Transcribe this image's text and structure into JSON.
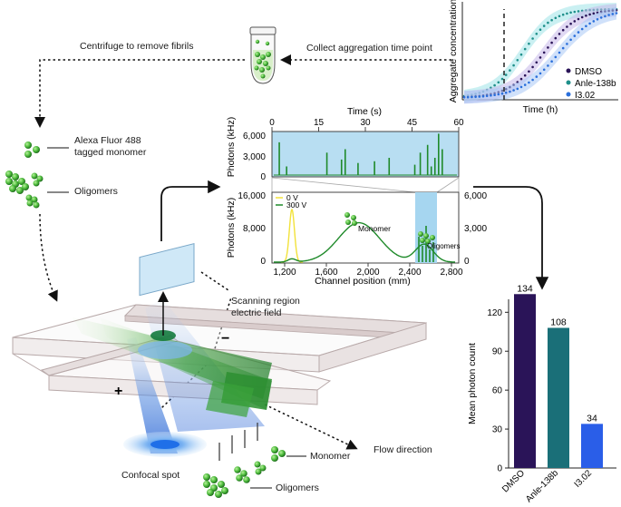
{
  "flow_labels": {
    "centrifuge": "Centrifuge to remove fibrils",
    "collect": "Collect aggregation time point",
    "monomer_legend": "Alexa Fluor 488\ntagged monomer",
    "oligomers_legend": "Oligomers",
    "scanning_region": "Scanning region\nelectric field",
    "flow_direction": "Flow direction",
    "confocal_spot": "Confocal spot",
    "monomer_bottom": "Monomer",
    "oligomers_bottom": "Oligomers",
    "minus": "−",
    "plus": "+"
  },
  "charts": {
    "aggregation": {
      "ylabel": "Aggregate concentration",
      "xlabel": "Time (h)",
      "legend": [
        {
          "name": "DMSO",
          "color": "#2a1458"
        },
        {
          "name": "Anle-138b",
          "color": "#1e8f8a"
        },
        {
          "name": "I3.02",
          "color": "#2a6fdb"
        }
      ]
    },
    "trace_top": {
      "xlabel": "Time (s)",
      "ylabel": "Photons (kHz)",
      "xticks": [
        "0",
        "15",
        "30",
        "45",
        "60"
      ],
      "yticks": [
        "6,000",
        "3,000",
        "0"
      ]
    },
    "trace_bottom": {
      "ylabel": "Photons (kHz)",
      "xlabel": "Channel position (mm)",
      "xticks": [
        "1,200",
        "1,600",
        "2,000",
        "2,400",
        "2,800"
      ],
      "yticks_left": [
        "16,000",
        "8,000",
        "0"
      ],
      "yticks_right": [
        "6,000",
        "3,000",
        "0"
      ],
      "legend": [
        {
          "name": "0 V",
          "color": "#f2e23a"
        },
        {
          "name": "300 V",
          "color": "#1f8a2a"
        }
      ],
      "label_monomer": "Monomer",
      "label_oligomers": "Oligomers"
    }
  },
  "chart_data": {
    "type": "bar",
    "ylabel": "Mean photon count",
    "categories": [
      "DMSO",
      "Anle-138b",
      "I3.02"
    ],
    "values": [
      134,
      108,
      34
    ],
    "colors": [
      "#2a1458",
      "#1a6f78",
      "#2a5ee8"
    ],
    "ylim": [
      0,
      130
    ],
    "yticks": [
      "0",
      "30",
      "60",
      "90",
      "120"
    ]
  }
}
